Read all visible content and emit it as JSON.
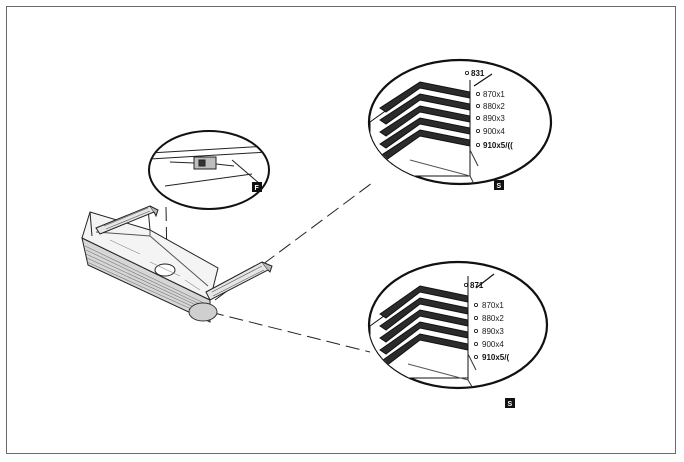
{
  "callouts": {
    "top_marker": "F",
    "upper_marker": "S",
    "lower_marker": "S"
  },
  "upper_detail": {
    "top_tag": "831",
    "sizes": [
      "870x1",
      "880x2",
      "890x3",
      "900x4",
      "910x5/(("
    ]
  },
  "lower_detail": {
    "top_tag": "871",
    "sizes": [
      "870x1",
      "880x2",
      "890x3",
      "900x4",
      "910x5/("
    ]
  },
  "colors": {
    "line": "#111111",
    "frame": "#6a6a6a",
    "badge": "#111111"
  }
}
